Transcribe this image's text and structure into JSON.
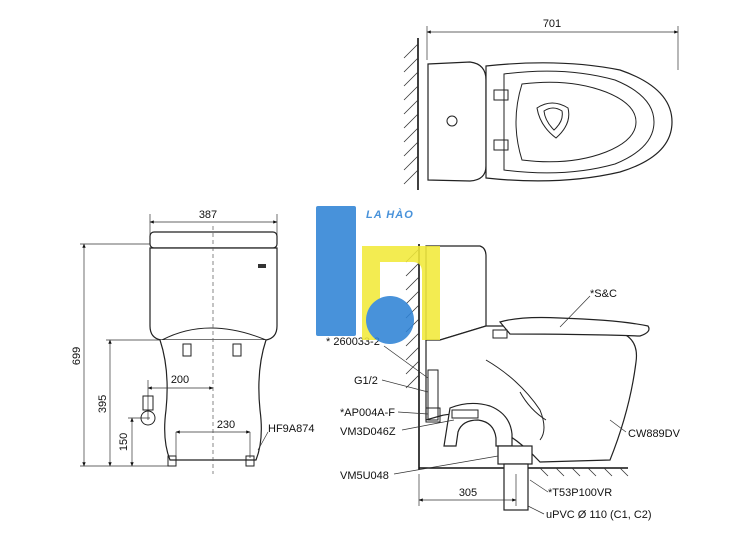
{
  "brand": {
    "name": "LA HÀO",
    "colors": {
      "blue": "#2f84d6",
      "yellow": "#f2ea3a"
    }
  },
  "top_view": {
    "width_dim": "701"
  },
  "front_view": {
    "width_dim": "387",
    "height_dim": "699",
    "dim_395": "395",
    "dim_150": "150",
    "dim_200": "200",
    "dim_230": "230",
    "part_hf": "HF9A874"
  },
  "side_view": {
    "labels": {
      "sc": "*S&C",
      "p260033": "* 260033-2",
      "g12": "G1/2",
      "ap004": "*AP004A-F",
      "vm3d": "VM3D046Z",
      "vm5u": "VM5U048",
      "cw": "CW889DV",
      "t53": "*T53P100VR",
      "upvc": "uPVC   Ø 110 (C1, C2)"
    },
    "dim_305": "305"
  }
}
